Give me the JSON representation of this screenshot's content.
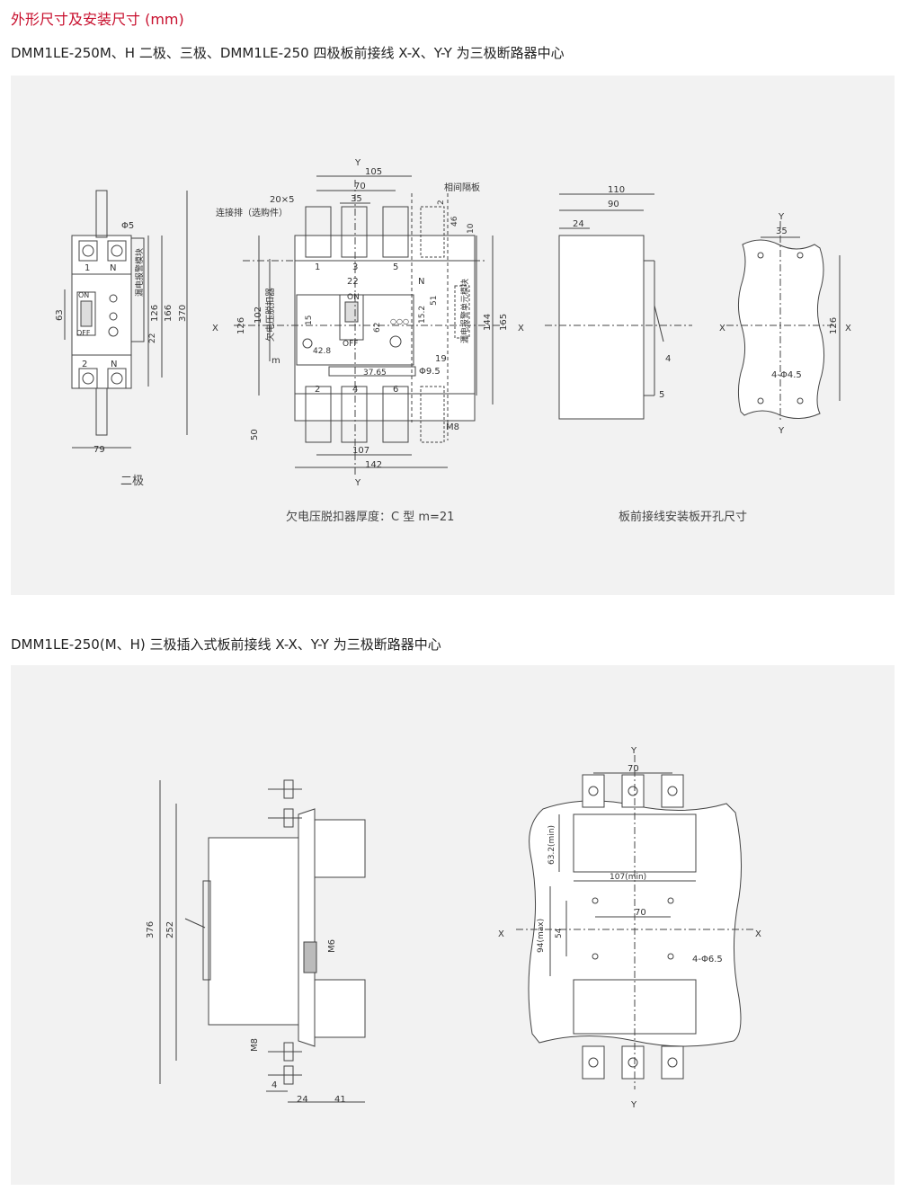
{
  "page_title": "外形尺寸及安装尺寸 (mm)",
  "section1": {
    "subtitle": "DMM1LE-250M、H 二极、三极、DMM1LE-250 四极板前接线  X-X、Y-Y 为三极断路器中心",
    "caption_two_pole": "二极",
    "caption_uv": "欠电压脱扣器厚度：C 型 m=21",
    "caption_cutout": "板前接线安装板开孔尺寸",
    "two_pole": {
      "labels": {
        "phi5": "Φ5",
        "t1": "1",
        "tn": "N",
        "t2": "2",
        "tn2": "N",
        "on": "ON",
        "off": "OFF",
        "leak": "漏电报警模块"
      },
      "dims": {
        "d63": "63",
        "d126": "126",
        "d166": "166",
        "d370": "370",
        "d79": "79",
        "d22": "22"
      }
    },
    "front": {
      "labels": {
        "y_top": "Y",
        "y_bot": "Y",
        "x_left": "X",
        "x_right": "X",
        "phase_barrier": "相间隔板",
        "connector": "连接排（选购件）",
        "uv_release": "欠电压脱扣器",
        "leak_module": "漏电报警单元模块",
        "on": "ON",
        "off": "OFF",
        "n": "N",
        "m": "m",
        "m8": "M8",
        "phi95": "Φ9.5",
        "t1": "1",
        "t3": "3",
        "t5": "5",
        "t2": "2",
        "t4": "4",
        "t6": "6",
        "circles": "○○○"
      },
      "dims": {
        "d105": "105",
        "d70": "70",
        "d35": "35",
        "d20x5": "20×5",
        "d2": "2",
        "d46": "46",
        "d10": "10",
        "d22": "22",
        "d51": "51",
        "d15_2": "15.2",
        "d126": "126",
        "d102": "102",
        "d15": "15",
        "d62": "62",
        "d42_8": "42.8",
        "d37_65": "37.65",
        "d19": "19",
        "d144": "144",
        "d165": "165",
        "d50": "50",
        "d107": "107",
        "d142": "142"
      }
    },
    "side": {
      "dims": {
        "d110": "110",
        "d90": "90",
        "d24": "24",
        "d4": "4",
        "d5": "5"
      }
    },
    "cutout": {
      "labels": {
        "y_top": "Y",
        "y_bot": "Y",
        "x_left": "X",
        "x_right": "X",
        "holes": "4-Φ4.5"
      },
      "dims": {
        "d35": "35",
        "d126": "126"
      }
    }
  },
  "section2": {
    "subtitle": "DMM1LE-250(M、H) 三极插入式板前接线    X-X、Y-Y 为三极断路器中心",
    "side": {
      "dims": {
        "d376": "376",
        "d252": "252",
        "m6": "M6",
        "m8": "M8",
        "d4": "4",
        "d24": "24",
        "d41": "41"
      }
    },
    "cutout": {
      "labels": {
        "y_top": "Y",
        "y_bot": "Y",
        "x_left": "X",
        "x_right": "X",
        "holes": "4-Φ6.5"
      },
      "dims": {
        "d70_top": "70",
        "d63_2": "63.2(min)",
        "d107": "107(min)",
        "d70_mid": "70",
        "d94": "94(max)",
        "d54": "54"
      }
    }
  }
}
